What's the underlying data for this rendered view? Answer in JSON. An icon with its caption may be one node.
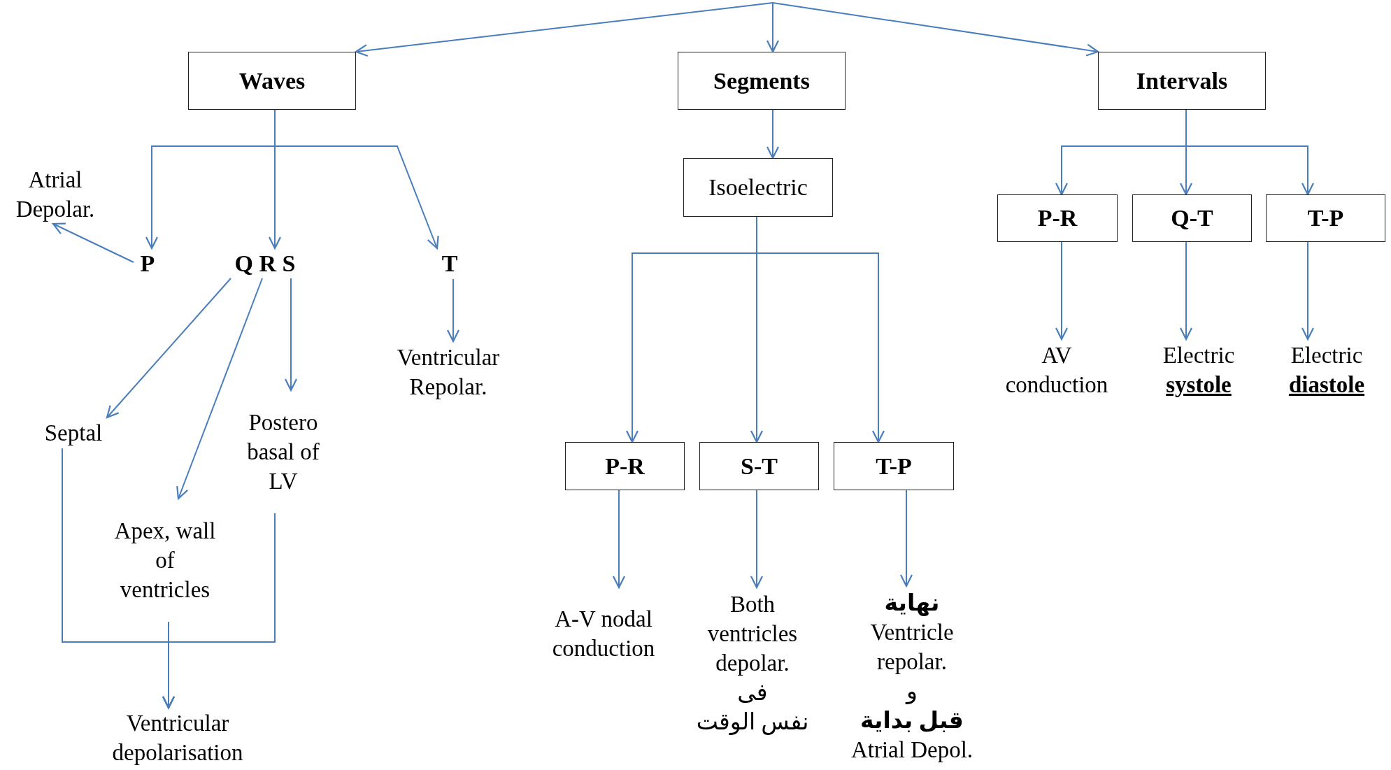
{
  "diagram": {
    "nodes": [
      {
        "text": [
          "Waves"
        ]
      },
      {
        "text": [
          "Segments"
        ]
      },
      {
        "text": [
          "Intervals"
        ]
      },
      {
        "text": [
          "Atrial Depolar."
        ]
      },
      {
        "text": [
          "P"
        ]
      },
      {
        "text": [
          "Q R S"
        ]
      },
      {
        "text": [
          "T"
        ]
      },
      {
        "text": [
          "Isoelectric"
        ]
      },
      {
        "text": [
          "P-R"
        ]
      },
      {
        "text": [
          "Q-T"
        ]
      },
      {
        "text": [
          "T-P"
        ]
      },
      {
        "text": [
          "Septal"
        ]
      },
      {
        "text": [
          "Postero basal of LV"
        ]
      },
      {
        "text": [
          "Ventricular Repolar."
        ]
      },
      {
        "text": [
          "AV conduction"
        ]
      },
      {
        "text": [
          "Electric **systole**"
        ]
      },
      {
        "text": [
          "Electric **diastole**"
        ]
      },
      {
        "text": [
          "Apex, wall of ventricles"
        ]
      },
      {
        "text": [
          "P-R"
        ]
      },
      {
        "text": [
          "S-T"
        ]
      },
      {
        "text": [
          "T-P"
        ]
      },
      {
        "text": [
          "A-V nodal conduction"
        ]
      },
      {
        "text": [
          "Both ventricles depolar.",
          "فى",
          "نفس الوقت"
        ]
      },
      {
        "text": [
          "**نهاية**",
          "Ventricle repolar.",
          "و",
          "**قبل بداية**",
          "Atrial Depol."
        ]
      },
      {
        "text": [
          "Ventricular depolarisation"
        ]
      }
    ],
    "edges": [
      {
        "from": null,
        "to": 0,
        "arrow": "to"
      },
      {
        "from": null,
        "to": 1,
        "arrow": "to"
      },
      {
        "from": null,
        "to": 2,
        "arrow": "to"
      },
      {
        "from": 0,
        "to": 4,
        "arrow": "to"
      },
      {
        "from": 0,
        "to": 5,
        "arrow": "to"
      },
      {
        "from": 0,
        "to": 6,
        "arrow": "to"
      },
      {
        "from": 4,
        "to": 3,
        "arrow": "to"
      },
      {
        "from": 5,
        "to": 11,
        "arrow": "to"
      },
      {
        "from": 5,
        "to": 17,
        "arrow": "to"
      },
      {
        "from": 5,
        "to": 12,
        "arrow": "to"
      },
      {
        "from": 6,
        "to": 13,
        "arrow": "to"
      },
      {
        "from": 1,
        "to": 7,
        "arrow": "to"
      },
      {
        "from": 7,
        "to": 18,
        "arrow": "to"
      },
      {
        "from": 7,
        "to": 19,
        "arrow": "to"
      },
      {
        "from": 7,
        "to": 20,
        "arrow": "to"
      },
      {
        "from": 2,
        "to": 8,
        "arrow": "to"
      },
      {
        "from": 2,
        "to": 9,
        "arrow": "to"
      },
      {
        "from": 2,
        "to": 10,
        "arrow": "to"
      },
      {
        "from": 8,
        "to": 14,
        "arrow": "to"
      },
      {
        "from": 9,
        "to": 15,
        "arrow": "to"
      },
      {
        "from": 10,
        "to": 16,
        "arrow": "to"
      },
      {
        "from": 18,
        "to": 21,
        "arrow": "to"
      },
      {
        "from": 19,
        "to": 22,
        "arrow": "to"
      },
      {
        "from": 20,
        "to": 23,
        "arrow": "to"
      },
      {
        "from": 11,
        "to": 24,
        "arrow": "to"
      },
      {
        "from": 17,
        "to": 24,
        "arrow": "to"
      },
      {
        "from": 12,
        "to": 24,
        "arrow": "to"
      }
    ]
  }
}
